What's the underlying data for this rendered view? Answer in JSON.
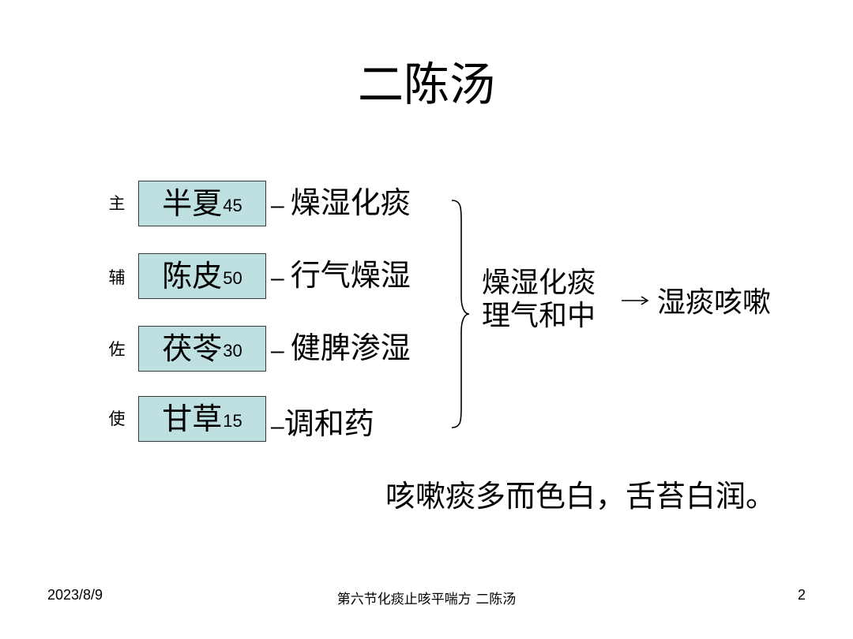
{
  "title": "二陈汤",
  "rows": [
    {
      "role": "主",
      "herb": "半夏",
      "dose": "45",
      "dash": "–",
      "effect": "燥湿化痰"
    },
    {
      "role": "辅",
      "herb": "陈皮",
      "dose": "50",
      "dash": "–",
      "effect": "行气燥湿"
    },
    {
      "role": "佐",
      "herb": "茯苓",
      "dose": "30",
      "dash": "–",
      "effect": "健脾渗湿"
    },
    {
      "role": "使",
      "herb": "甘草",
      "dose": "15",
      "dash": "–",
      "effect": "调和药"
    }
  ],
  "summary": {
    "line1": "燥湿化痰",
    "line2": "理气和中"
  },
  "result": "湿痰咳嗽",
  "symptom": "咳嗽痰多而色白，舌苔白润。",
  "footer": {
    "date": "2023/8/9",
    "center": "第六节化痰止咳平喘方 二陈汤",
    "page": "2"
  },
  "colors": {
    "herb_box_fill": "#bfe0e0",
    "herb_box_border": "#3a3a3a"
  }
}
